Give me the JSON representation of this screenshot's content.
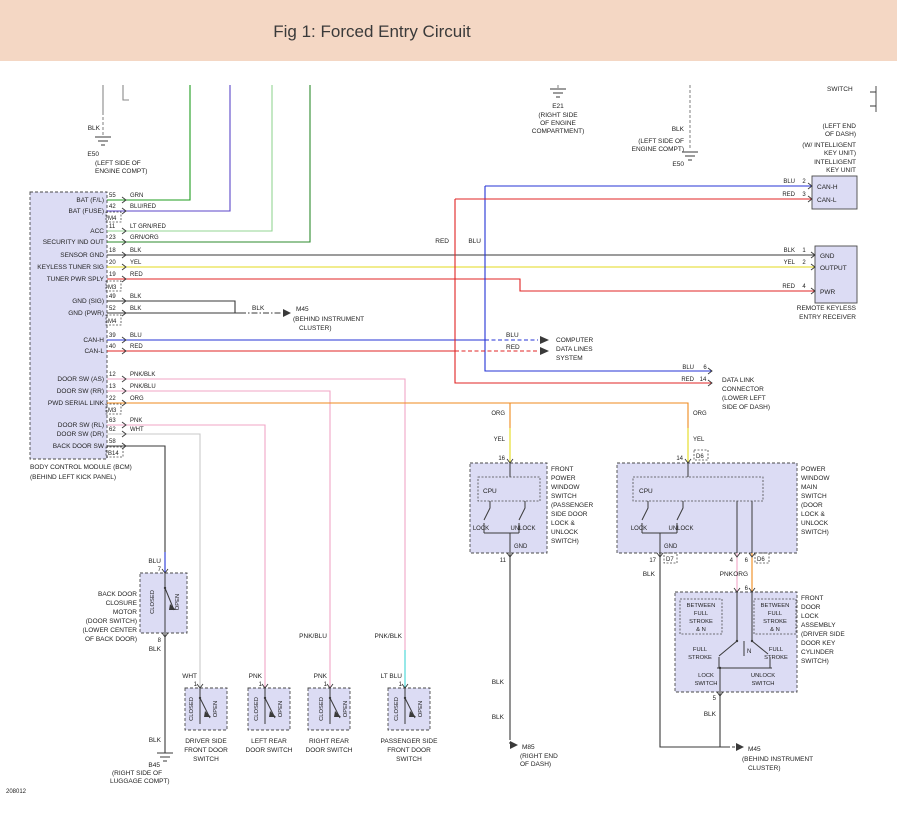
{
  "header": {
    "title": "Fig 1: Forced Entry Circuit"
  },
  "doc_number": "208012",
  "palette": {
    "banner": "#f4d7c4",
    "box_fill": "#dcdcf4",
    "blk": "#3a3a3a",
    "gry": "#8a8a8a",
    "wht": "#c9c9c9",
    "grn": "#1f9d1f",
    "blu_red": "#5b46c8",
    "lt_grn_red": "#93d693",
    "grn_org": "#2e8b2e",
    "yel": "#e3da1d",
    "red": "#e02424",
    "blu": "#2433d6",
    "pnk": "#f0a6c6",
    "org": "#ef8a1c",
    "lt_blu": "#3fd4d4"
  },
  "bcm": {
    "pins": [
      {
        "num": "55",
        "color": "GRN",
        "signal": "BAT (F/L)"
      },
      {
        "num": "42",
        "color": "BLU/RED",
        "signal": "BAT (FUSE)"
      },
      {
        "num": "11",
        "color": "LT GRN/RED",
        "signal": "ACC"
      },
      {
        "num": "23",
        "color": "GRN/ORG",
        "signal": "SECURITY IND OUT"
      },
      {
        "num": "18",
        "color": "BLK",
        "signal": "SENSOR GND"
      },
      {
        "num": "20",
        "color": "YEL",
        "signal": "KEYLESS TUNER SIG"
      },
      {
        "num": "19",
        "color": "RED",
        "signal": "TUNER PWR SPLY"
      },
      {
        "num": "49",
        "color": "BLK",
        "signal": "GND (SIG)"
      },
      {
        "num": "52",
        "color": "BLK",
        "signal": "GND (PWR)"
      },
      {
        "num": "39",
        "color": "BLU",
        "signal": "CAN-H"
      },
      {
        "num": "40",
        "color": "RED",
        "signal": "CAN-L"
      },
      {
        "num": "12",
        "color": "PNK/BLK",
        "signal": "DOOR SW (AS)"
      },
      {
        "num": "13",
        "color": "PNK/BLU",
        "signal": "DOOR SW (RR)"
      },
      {
        "num": "22",
        "color": "ORG",
        "signal": "PWD SERIAL LINK"
      },
      {
        "num": "63",
        "color": "PNK",
        "signal": "DOOR SW (RL)"
      },
      {
        "num": "62",
        "color": "WHT",
        "signal": "DOOR SW (DR)"
      },
      {
        "num": "58",
        "color": "",
        "signal": "BACK DOOR SW"
      }
    ],
    "connectors": {
      "m4a": "M4",
      "m3a": "M3",
      "m4b": "M4",
      "m3b": "M3",
      "b14": "B14"
    },
    "caption": [
      "BODY CONTROL MODULE (BCM)",
      "(BEHIND LEFT KICK PANEL)"
    ]
  },
  "grounds": {
    "e50_left": {
      "wire": "BLK",
      "id": "E50",
      "loc": [
        "(LEFT SIDE OF",
        "ENGINE COMPT)"
      ]
    },
    "e21": {
      "id": "E21",
      "loc": [
        "(RIGHT SIDE",
        "OF ENGINE",
        "COMPARTMENT)"
      ]
    },
    "e50_right": {
      "wire": "BLK",
      "loc": [
        "(LEFT SIDE OF",
        "ENGINE COMPT)"
      ],
      "id": "E50"
    },
    "b45": {
      "wire": "BLK",
      "id": "B45",
      "loc": [
        "(RIGHT SIDE OF",
        "LUGGAGE COMPT)"
      ]
    }
  },
  "inline_connectors": {
    "m45_mid": {
      "wire": "BLK",
      "id": "M45",
      "loc": [
        "(BEHIND INSTRUMENT",
        "CLUSTER)"
      ]
    },
    "m85": {
      "wire1": "BLK",
      "wire2": "BLK",
      "id": "M85",
      "loc": [
        "(RIGHT END",
        "OF DASH)"
      ]
    },
    "m45_bottom": {
      "id": "M45",
      "loc": [
        "(BEHIND INSTRUMENT",
        "CLUSTER)"
      ]
    }
  },
  "key_unit": {
    "caption": [
      "(LEFT END",
      "OF DASH)",
      "(W/ INTELLIGENT",
      "KEY UNIT)",
      "INTELLIGENT",
      "KEY UNIT"
    ],
    "pins": [
      {
        "color": "BLU",
        "num": "2",
        "signal": "CAN-H"
      },
      {
        "color": "RED",
        "num": "3",
        "signal": "CAN-L"
      }
    ]
  },
  "receiver": {
    "pins": [
      {
        "color": "BLK",
        "num": "1",
        "signal": "GND"
      },
      {
        "color": "YEL",
        "num": "2",
        "signal": "OUTPUT"
      },
      {
        "color": "RED",
        "num": "4",
        "signal": "PWR"
      }
    ],
    "caption": [
      "REMOTE KEYLESS",
      "ENTRY RECEIVER"
    ]
  },
  "trunk": {
    "red": "RED",
    "blu": "BLU"
  },
  "data_lines": {
    "blu": "BLU",
    "red": "RED",
    "caption": [
      "COMPUTER",
      "DATA LINES",
      "SYSTEM"
    ]
  },
  "dlc": {
    "pins": [
      {
        "color": "BLU",
        "num": "6"
      },
      {
        "color": "RED",
        "num": "14"
      }
    ],
    "caption": [
      "DATA LINK",
      "CONNECTOR",
      "(LOWER LEFT",
      "SIDE OF DASH)"
    ]
  },
  "fpws": {
    "org": "ORG",
    "yel": "YEL",
    "pin_top": "16",
    "cpu": "CPU",
    "lock": "LOCK",
    "unlock": "UNLOCK",
    "gnd": "GND",
    "pin_bottom": "11",
    "blk1": "BLK",
    "blk2": "BLK",
    "caption": [
      "FRONT",
      "POWER",
      "WINDOW",
      "SWITCH",
      "(PASSENGER",
      "SIDE DOOR",
      "LOCK &",
      "UNLOCK",
      "SWITCH)"
    ]
  },
  "mpws": {
    "org": "ORG",
    "yel": "YEL",
    "pin_top": "14",
    "conn_top": "D6",
    "cpu": "CPU",
    "lock": "LOCK",
    "unlock": "UNLOCK",
    "gnd": "GND",
    "pin_gnd": "17",
    "conn_gnd": "D7",
    "pin4": "4",
    "pin6": "6",
    "conn6": "D6",
    "blk": "BLK",
    "pnk": "PNK",
    "org2": "ORG",
    "caption": [
      "POWER",
      "WINDOW",
      "MAIN",
      "SWITCH",
      "(DOOR",
      "LOCK &",
      "UNLOCK",
      "SWITCH)"
    ]
  },
  "lock_assy": {
    "pin_top": "6",
    "between": [
      "BETWEEN",
      "FULL",
      "STROKE",
      "& N"
    ],
    "n": "N",
    "full_stroke": [
      "FULL",
      "STROKE"
    ],
    "lock_sw": [
      "LOCK",
      "SWITCH"
    ],
    "unlock_sw": [
      "UNLOCK",
      "SWITCH"
    ],
    "pin_bottom": "5",
    "blk": "BLK",
    "caption": [
      "FRONT",
      "DOOR",
      "LOCK",
      "ASSEMBLY",
      "(DRIVER SIDE",
      "DOOR KEY",
      "CYLINDER",
      "SWITCH)"
    ]
  },
  "motor": {
    "blu": "BLU",
    "pin_top": "7",
    "closed": "CLOSED",
    "open": "OPEN",
    "pin_bottom": "8",
    "blk1": "BLK",
    "blk2": "BLK",
    "caption": [
      "BACK DOOR",
      "CLOSURE",
      "MOTOR",
      "(DOOR SWITCH)",
      "(LOWER CENTER",
      "OF BACK DOOR)"
    ]
  },
  "door_switches": [
    {
      "wire": "WHT",
      "pin": "1",
      "closed": "CLOSED",
      "open": "OPEN",
      "caption": [
        "DRIVER SIDE",
        "FRONT DOOR",
        "SWITCH"
      ]
    },
    {
      "wire": "PNK",
      "pin": "1",
      "closed": "CLOSED",
      "open": "OPEN",
      "caption": [
        "LEFT REAR",
        "DOOR SWITCH"
      ]
    },
    {
      "wire": "PNK",
      "pin": "1",
      "closed": "CLOSED",
      "open": "OPEN",
      "caption": [
        "RIGHT REAR",
        "DOOR SWITCH"
      ]
    },
    {
      "wire": "LT BLU",
      "pin": "1",
      "closed": "CLOSED",
      "open": "OPEN",
      "caption": [
        "PASSENGER SIDE",
        "FRONT DOOR",
        "SWITCH"
      ]
    }
  ],
  "splice_labels": {
    "pnk_blu": "PNK/BLU",
    "pnk_blk": "PNK/BLK"
  },
  "misc": {
    "switch": "SWITCH"
  }
}
